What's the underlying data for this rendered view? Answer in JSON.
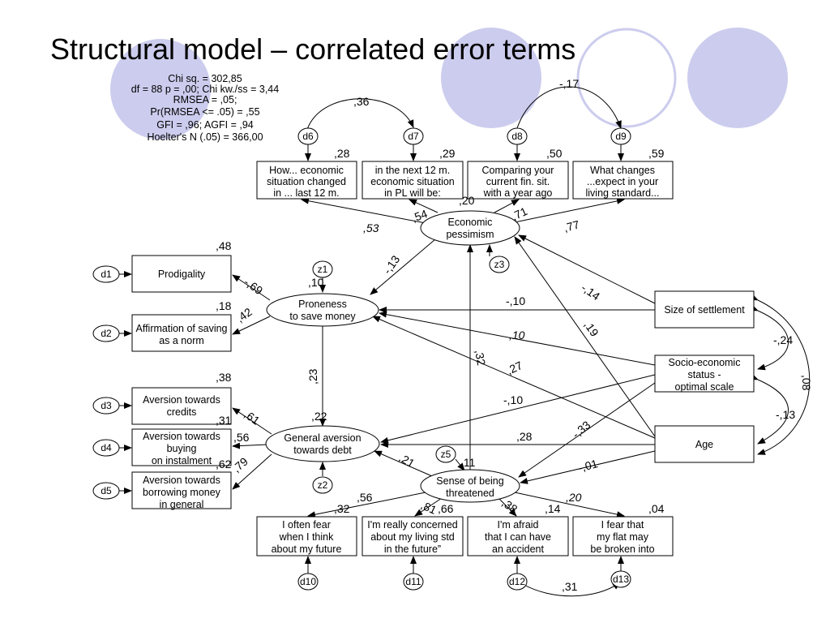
{
  "title": "Structural model – correlated error terms",
  "stats": [
    "Chi sq. = 302,85",
    "df = 88   p = ,00;  Chi kw./ss = 3,44",
    "RMSEA = ,05;",
    "Pr(RMSEA <= .05) = ,55",
    "GFI = ,96;   AGFI = ,94",
    "Hoelter's N (.05) = 366,00"
  ],
  "colors": {
    "decor_circle": "#ccccee",
    "decor_ring": "#ccccee",
    "stroke": "#000000"
  },
  "latent": {
    "econ": [
      "Economic",
      "pessimism"
    ],
    "prone": [
      "Proneness",
      "to save money"
    ],
    "aversion": [
      "General aversion",
      "towards debt"
    ],
    "threat": [
      "Sense of being",
      "threatened"
    ]
  },
  "indicators": {
    "top": [
      {
        "lines": [
          "How... economic",
          "situation changed",
          "in ... last 12 m."
        ],
        "r2": ",28",
        "error": "d6"
      },
      {
        "lines": [
          "in the next 12 m.",
          "economic situation",
          "in PL will be:"
        ],
        "r2": ",29",
        "error": "d7"
      },
      {
        "lines": [
          "Comparing your",
          "current fin. sit.",
          "with a year ago"
        ],
        "r2": ",50",
        "error": "d8"
      },
      {
        "lines": [
          "What changes",
          "...expect in your",
          "living standard..."
        ],
        "r2": ",59",
        "error": "d9"
      }
    ],
    "prone": [
      {
        "lines": [
          "Prodigality"
        ],
        "r2": ",48",
        "error": "d1"
      },
      {
        "lines": [
          "Affirmation of saving",
          "as a norm"
        ],
        "r2": ",18",
        "error": "d2"
      }
    ],
    "aversion": [
      {
        "lines": [
          "Aversion towards",
          "credits"
        ],
        "r2": ",38",
        "error": "d3"
      },
      {
        "lines": [
          "Aversion towards",
          "buying",
          "on instalment"
        ],
        "r2": ",31",
        "error": "d4"
      },
      {
        "lines": [
          "Aversion towards",
          "borrowing money",
          "in general"
        ],
        "r2": ",62",
        "error": "d5"
      }
    ],
    "bottom": [
      {
        "lines": [
          "I often fear",
          "when I think",
          "about my future"
        ],
        "r2": ",32",
        "error": "d10"
      },
      {
        "lines": [
          "I'm really concerned",
          "about my living std",
          "in the future”"
        ],
        "r2": ",66",
        "error": "d11"
      },
      {
        "lines": [
          "I'm afraid",
          "that I can have",
          "an accident"
        ],
        "r2": ",14",
        "error": "d12"
      },
      {
        "lines": [
          "I fear that",
          "my flat may",
          "be broken into"
        ],
        "r2": ",04",
        "error": "d13"
      }
    ]
  },
  "exogenous": {
    "settlement": [
      "Size of settlement"
    ],
    "ses": [
      "Socio-economic",
      "status -",
      "optimal scale"
    ],
    "age": [
      "Age"
    ]
  },
  "disturbances": {
    "z1": "z1",
    "z2": "z2",
    "z3": "z3",
    "z5": "z5"
  },
  "squared_multiple": {
    "econ": ",20",
    "prone": ",10",
    "aversion": ",22",
    "threat": ",11"
  },
  "coefficients": {
    "cov_d6_d7": ",36",
    "cov_d8_d9": "-,17",
    "cov_d12_d13": ",31",
    "econ_top1": ",53",
    "econ_top2": ",54",
    "econ_top3": ",71",
    "econ_top4": ",77",
    "econ_to_prone": "-,13",
    "prone_to_prodigality": "-,69",
    "prone_to_saving": ",42",
    "prone_to_aversion": ",23",
    "aversion_to_credits": ",61",
    "aversion_to_instalment": ",56",
    "aversion_to_borrowing": ",79",
    "settlement_to_prone": "-,10",
    "settlement_to_econ": "-,14",
    "ses_to_prone": ",10",
    "ses_to_aversion": "-,10",
    "age_to_prone": ",27",
    "age_to_econ": ",19",
    "age_to_aversion": ",28",
    "age_to_threat": "-,01",
    "ses_to_threat": "-,33",
    "threat_to_econ": ",32",
    "threat_to_aversion": ",21",
    "threat_b1": ",56",
    "threat_b2": ",81",
    "threat_b3": ",38",
    "threat_b4": ",20",
    "cov_settlement_ses": "-,24",
    "cov_ses_age": "-,13",
    "cov_settlement_age_partial": ",08"
  }
}
